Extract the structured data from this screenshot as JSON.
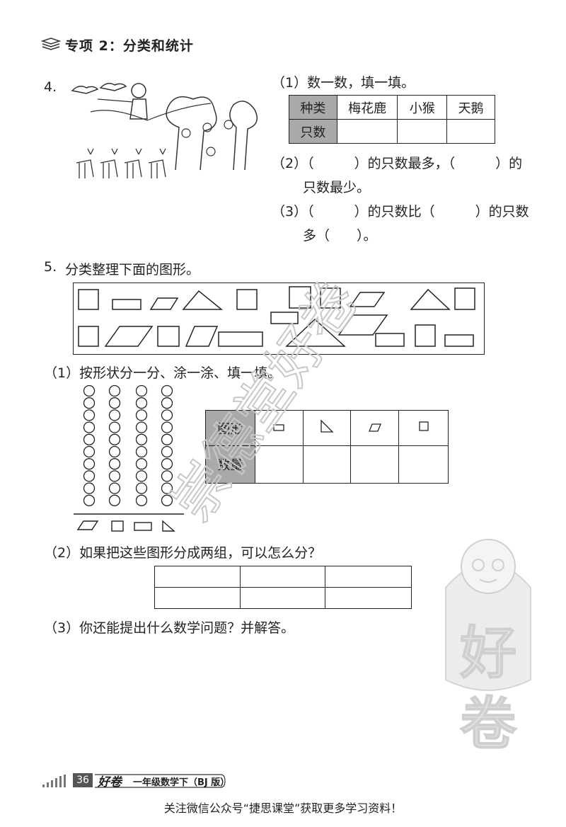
{
  "header": {
    "title": "专项 2：分类和统计"
  },
  "q4": {
    "number": "4.",
    "part1": "（1）数一数，填一填。",
    "table": {
      "row1": [
        "种类",
        "梅花鹿",
        "小猴",
        "天鹅"
      ],
      "row2_label": "只数"
    },
    "part2_line1": "（2）（　　　）的只数最多，（　　　）的",
    "part2_line2": "只数最少。",
    "part3_line1": "（3）（　　　）的只数比（　　　）的只数",
    "part3_line2": "多（　　）。"
  },
  "q5": {
    "number": "5.",
    "title": "分类整理下面的图形。",
    "part1": "（1）按形状分一分、涂一涂、填一填。",
    "table": {
      "row1_label": "图形",
      "row2_label": "数量"
    },
    "part2": "（2）如果把这些图形分成两组，可以怎么分？",
    "part3": "（3）你还能提出什么数学问题？并解答。"
  },
  "footer": {
    "page_number": "36",
    "logo": "好卷",
    "grade": "一年级数学下（BJ 版）",
    "notice": "关注微信公众号“捷思课堂”获取更多学习资料！"
  },
  "watermark_text": "崇德堂好卷",
  "mascot_text": "好卷"
}
